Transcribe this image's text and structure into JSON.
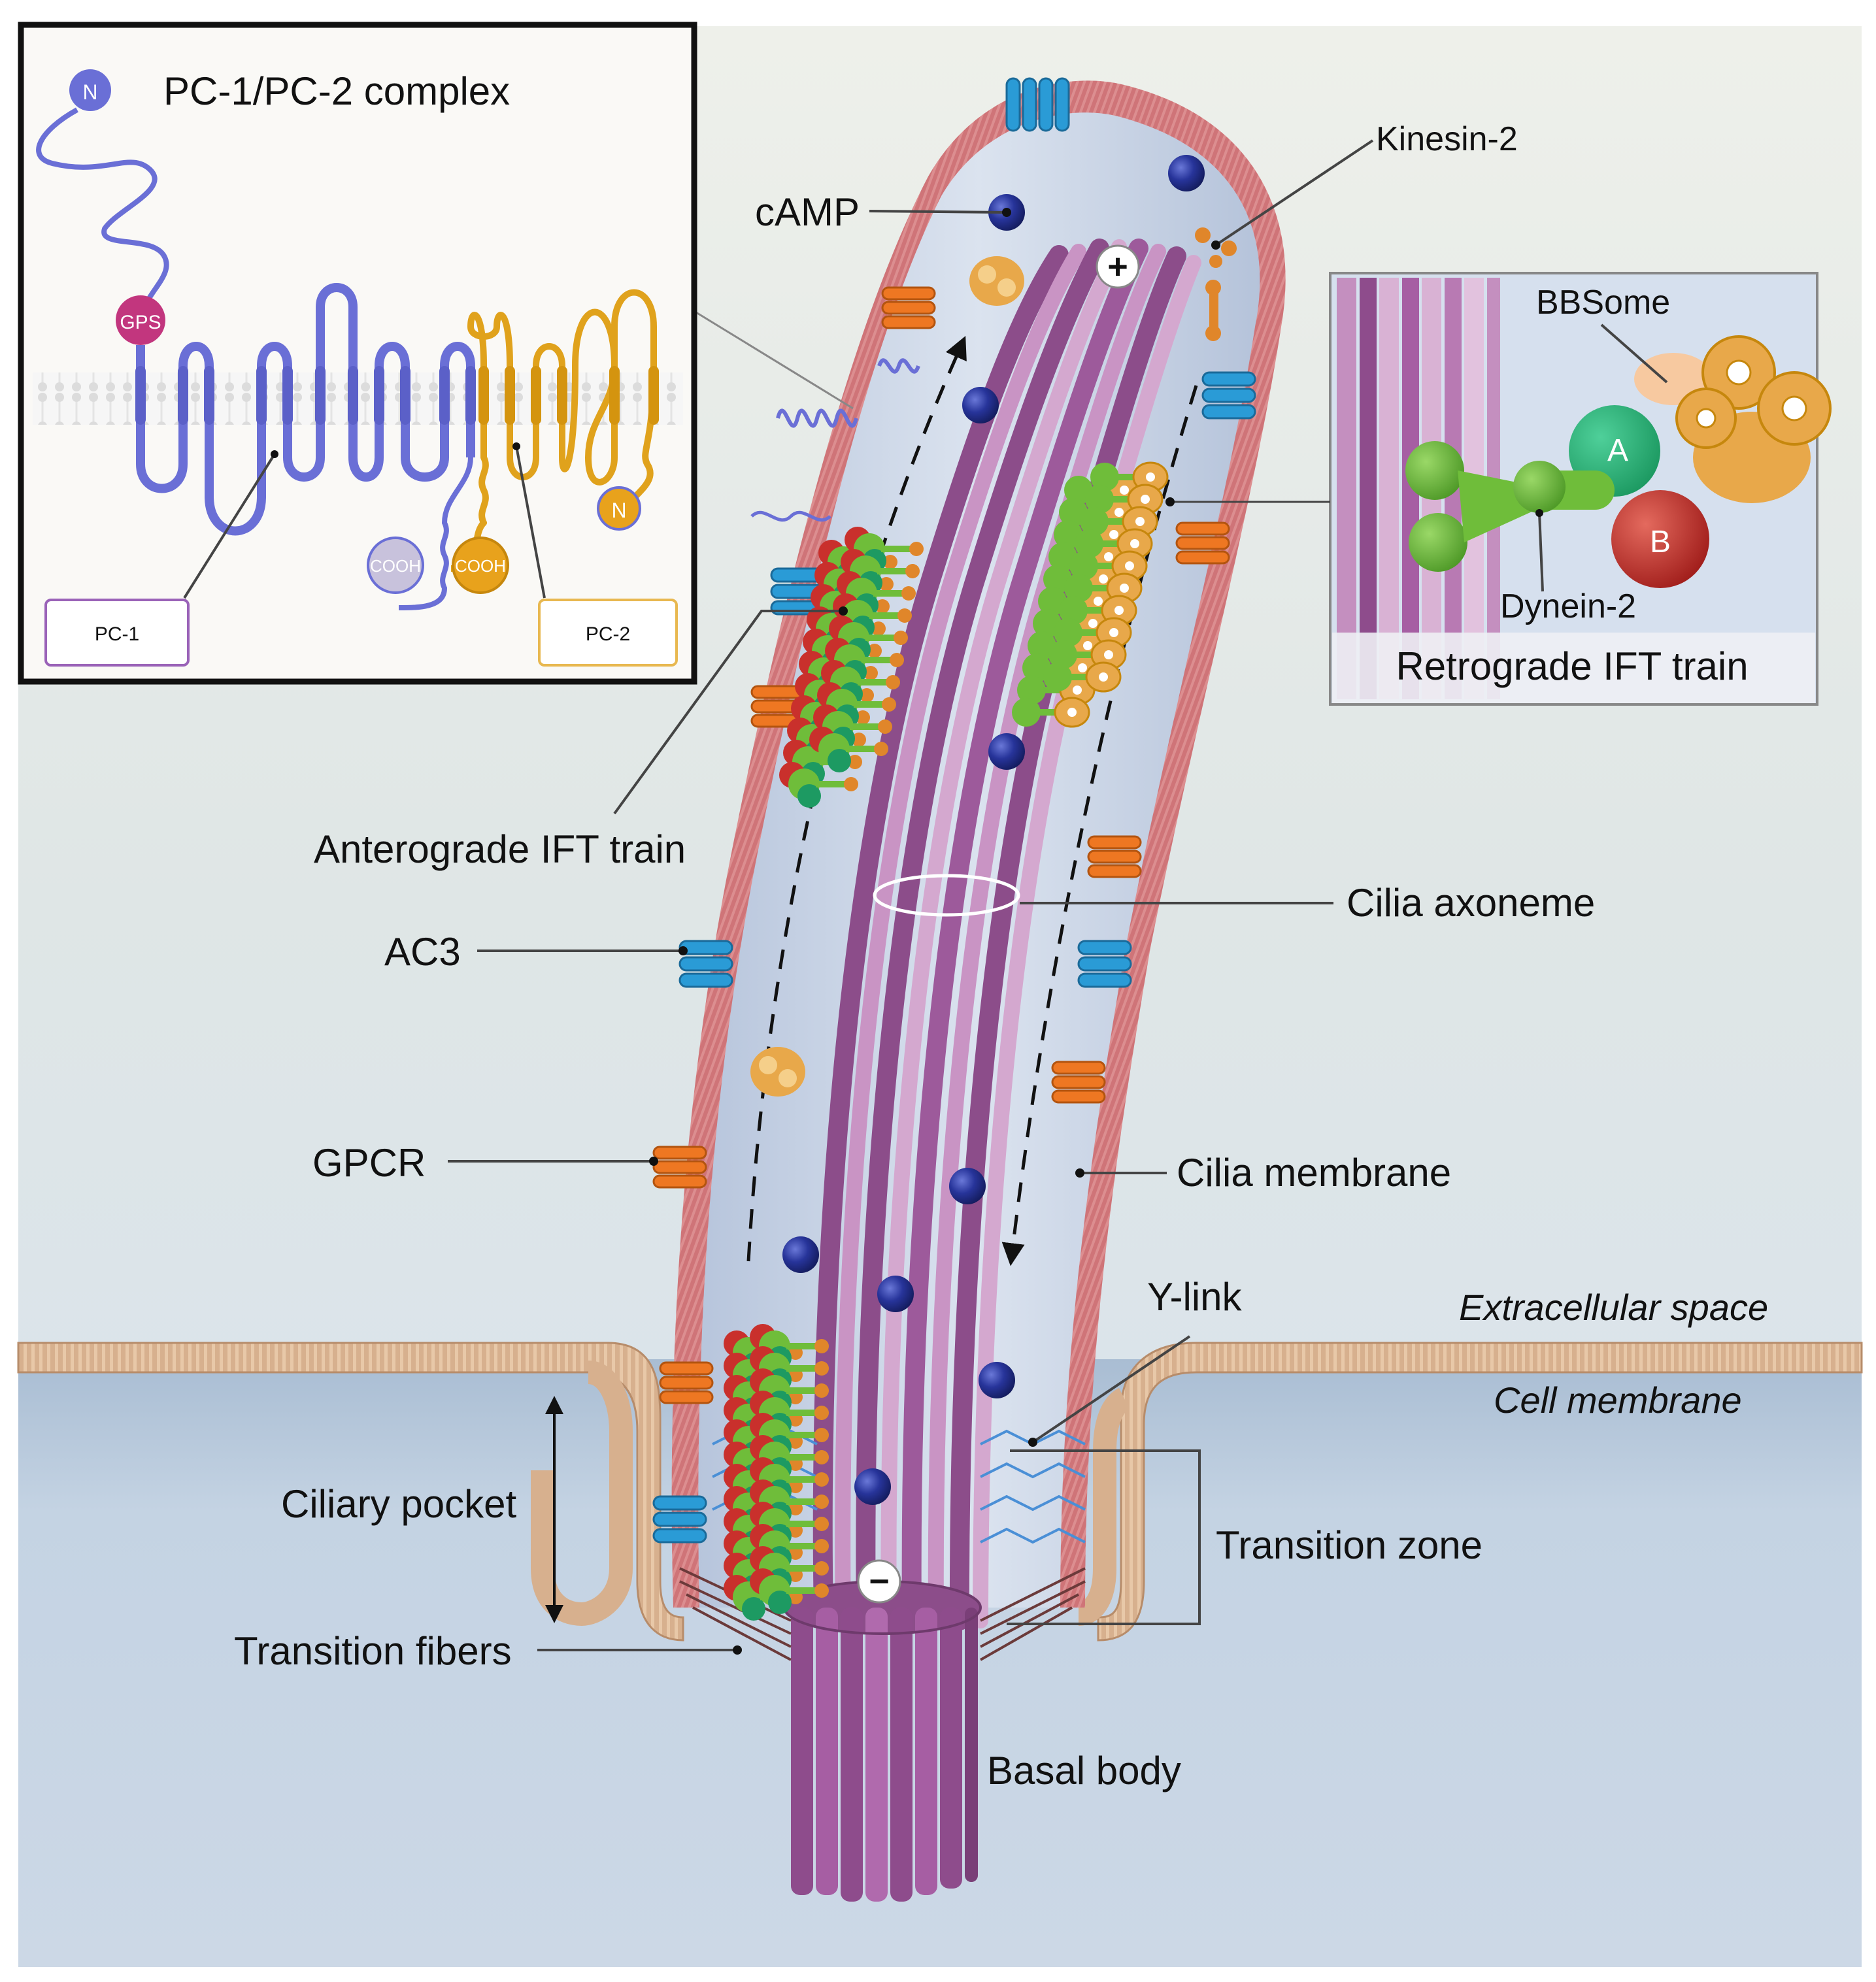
{
  "colors": {
    "background_top": "#eef0ea",
    "background_bottom": "#c9d6e3",
    "cilia_membrane": "#d27a7e",
    "cilia_lumen": "#c8d5e8",
    "axoneme": "#a5609f",
    "pc1": "#6a6fd6",
    "pc2": "#e0a21c",
    "camp": "#1e2a8a",
    "gpcr": "#ee7722",
    "ac3": "#2a9bd6",
    "ift_green": "#6fbd3a",
    "ift_red": "#c9302c",
    "bbsome": "#e8a84a"
  },
  "inset_pc": {
    "title": "PC-1/PC-2 complex",
    "n_term_left": "N",
    "gps": "GPS",
    "cooh_1": "COOH",
    "cooh_2": "COOH",
    "n_term_right": "N",
    "pc1_box": "PC-1",
    "pc2_box": "PC-2"
  },
  "inset_retro": {
    "bbsome": "BBSome",
    "subunit_a": "A",
    "subunit_b": "B",
    "dynein": "Dynein-2",
    "caption": "Retrograde IFT train"
  },
  "labels": {
    "kinesin": "Kinesin-2",
    "camp": "cAMP",
    "plus_end": "+",
    "minus_end": "−",
    "anterograde": "Anterograde IFT train",
    "axoneme": "Cilia axoneme",
    "ac3": "AC3",
    "gpcr": "GPCR",
    "cilia_membrane": "Cilia membrane",
    "ylink": "Y-link",
    "extracellular": "Extracellular space",
    "cell_membrane": "Cell membrane",
    "ciliary_pocket": "Ciliary pocket",
    "transition_zone": "Transition zone",
    "transition_fibers": "Transition fibers",
    "basal_body": "Basal body"
  }
}
